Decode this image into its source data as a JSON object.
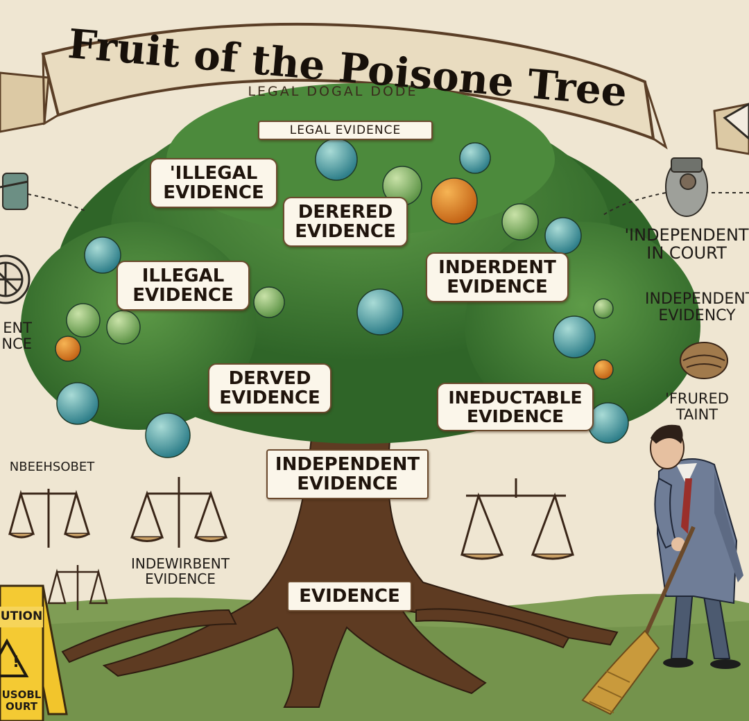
{
  "banner": {
    "title": "Fruit of the Poisone Tree",
    "subtitle": "LEGAL DOGAL DODE"
  },
  "canopy_header": "LEGAL EVIDENCE",
  "tree_labels": {
    "illegal_top": [
      "'ILLEGAL",
      "EVIDENCE"
    ],
    "dered": [
      "DERERED",
      "EVIDENCE"
    ],
    "illegal_left": [
      "ILLEGAL",
      "EVIDENCE"
    ],
    "inderdent": [
      "INDERDENT",
      "EVIDENCE"
    ],
    "derved": [
      "DERVED",
      "EVIDENCE"
    ],
    "ineductable": [
      "INEDUCTABLE",
      "EVIDENCE"
    ],
    "independent_trunk": [
      "INDEPENDENT",
      "EVIDENCE"
    ],
    "roots": "EVIDENCE"
  },
  "side_text": {
    "right_court": [
      "'INDEPENDENT",
      "IN COURT"
    ],
    "right_independent": [
      "INDEPENDENT",
      "EVIDENCY"
    ],
    "right_taint": [
      "'FRURED",
      "TAINT"
    ],
    "left_cut": [
      "ENT",
      "NCE"
    ],
    "left_scales_caption": "NBEEHSOBET",
    "lower_left": [
      "INDEWIRBENT",
      "EVIDENCE"
    ],
    "caution_sign": [
      "UTION",
      "USOBL",
      "OURT"
    ]
  },
  "colors": {
    "background": "#efe6d2",
    "banner": "#e9dcc0",
    "foliage": "#3f7a34",
    "trunk": "#5e3b22",
    "grass": "#7f9d55",
    "caution": "#f2c52c"
  },
  "icons": [
    "gavel-icon",
    "scales-icon",
    "clock-icon",
    "caution-sign-icon",
    "broom-icon",
    "fruit-icon"
  ]
}
